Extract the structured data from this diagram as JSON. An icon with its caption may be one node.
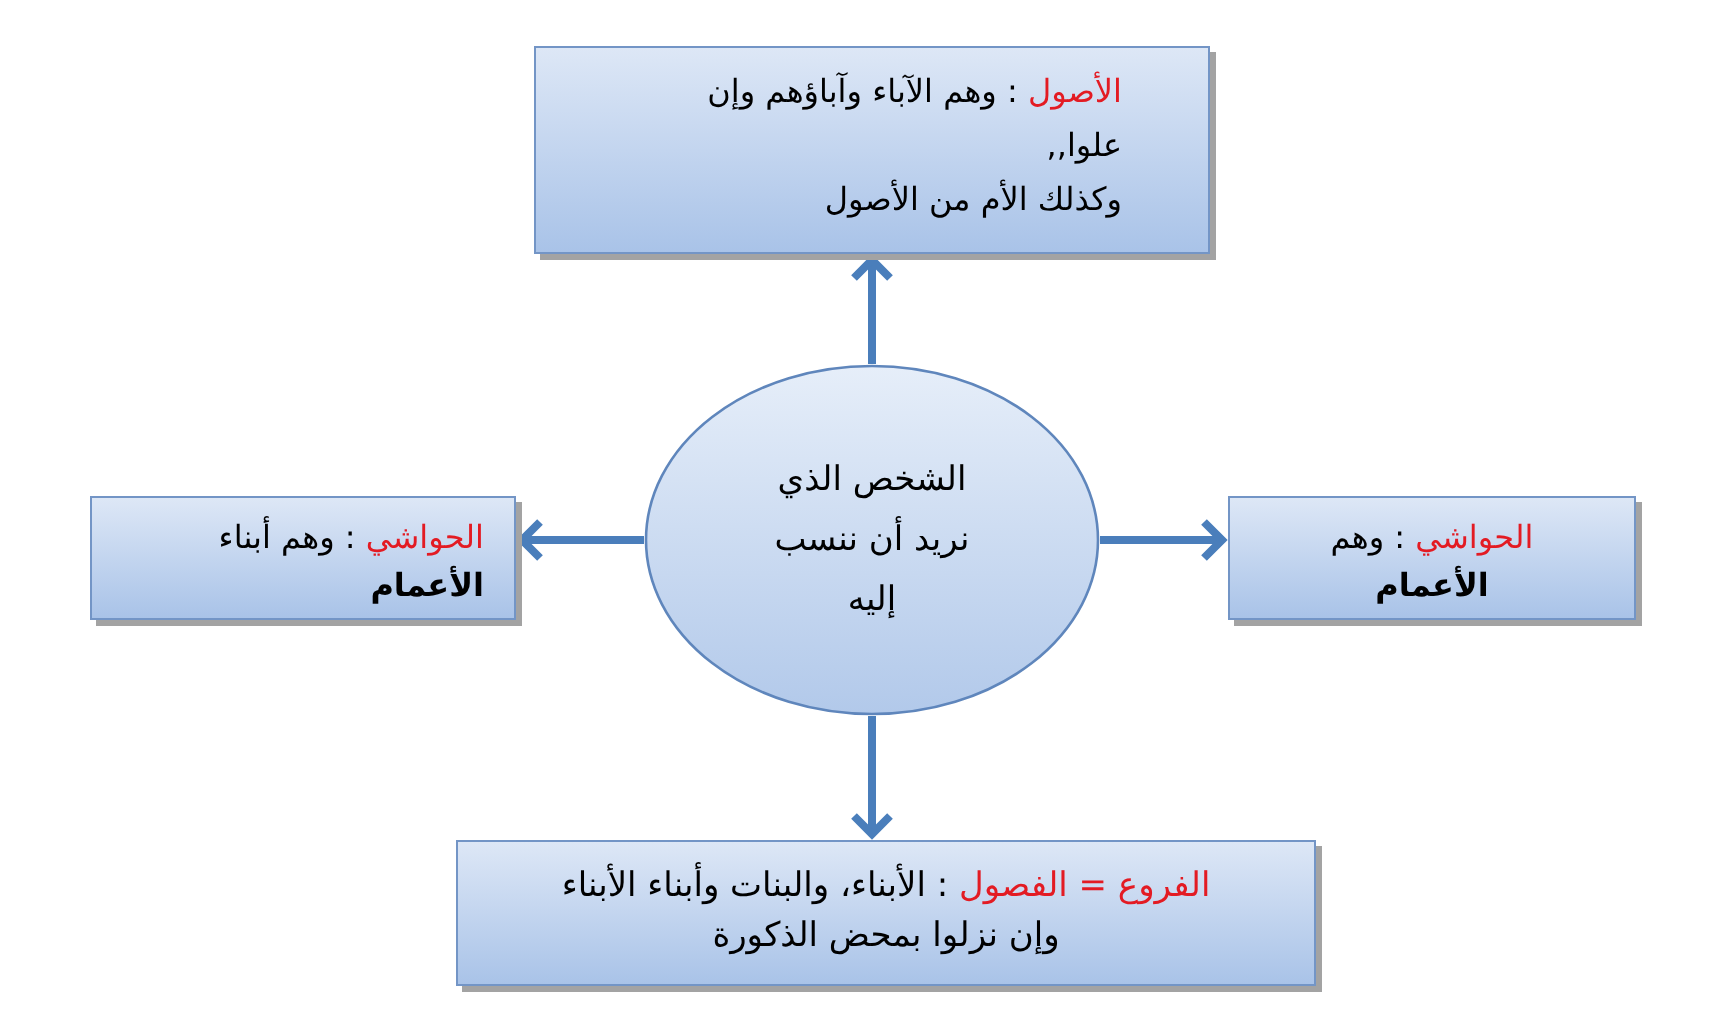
{
  "diagram": {
    "nodes": [
      {
        "text": [
          "الأصول",
          ": وهم الآباء وآباؤهم وإن علوا,,",
          "وكذلك الأم من الأصول"
        ]
      },
      {
        "text": [
          "الحواشي",
          ": وهم **الأعمام**"
        ]
      },
      {
        "text": [
          "الشخص الذي نريد أن ننسب إليه"
        ]
      },
      {
        "text": [
          "الحواشي",
          ": وهم أبناء **الأعمام**"
        ]
      },
      {
        "text": [
          "الفروع = الفصول",
          ": الأبناء، والبنات وأبناء الأبناء وإن نزلوا بمحض الذكورة"
        ]
      }
    ],
    "edges": [
      {
        "from": 2,
        "to": 0,
        "arrow": "to"
      },
      {
        "from": 2,
        "to": 1,
        "arrow": "to"
      },
      {
        "from": 2,
        "to": 3,
        "arrow": "to"
      },
      {
        "from": 2,
        "to": 4,
        "arrow": "to"
      }
    ]
  }
}
